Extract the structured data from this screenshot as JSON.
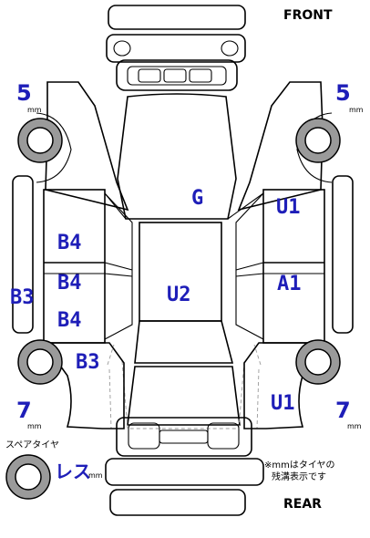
{
  "headings": {
    "front": "FRONT",
    "rear": "REAR"
  },
  "tread_depth": {
    "front_left": {
      "value": "5",
      "unit": "mm"
    },
    "front_right": {
      "value": "5",
      "unit": "mm"
    },
    "rear_left": {
      "value": "7",
      "unit": "mm"
    },
    "rear_right": {
      "value": "7",
      "unit": "mm"
    }
  },
  "spare_tire": {
    "label": "スペアタイヤ",
    "value": "レス",
    "unit": "mm"
  },
  "note": {
    "line1": "※mmはタイヤの",
    "line2": "残溝表示です"
  },
  "condition_codes": {
    "hood": "G",
    "front_right_fender": "U1",
    "left_front_door": "B4",
    "left_rear_door": "B4",
    "left_rocker": "B4",
    "left_side_sill": "B3",
    "left_rear_quarter": "B3",
    "roof": "U2",
    "right_rear_door": "A1",
    "right_rear_quarter": "U1"
  },
  "colors": {
    "code_text": "#1e1eb8",
    "tire_rubber": "#9a9a9a",
    "outline": "#000000"
  }
}
